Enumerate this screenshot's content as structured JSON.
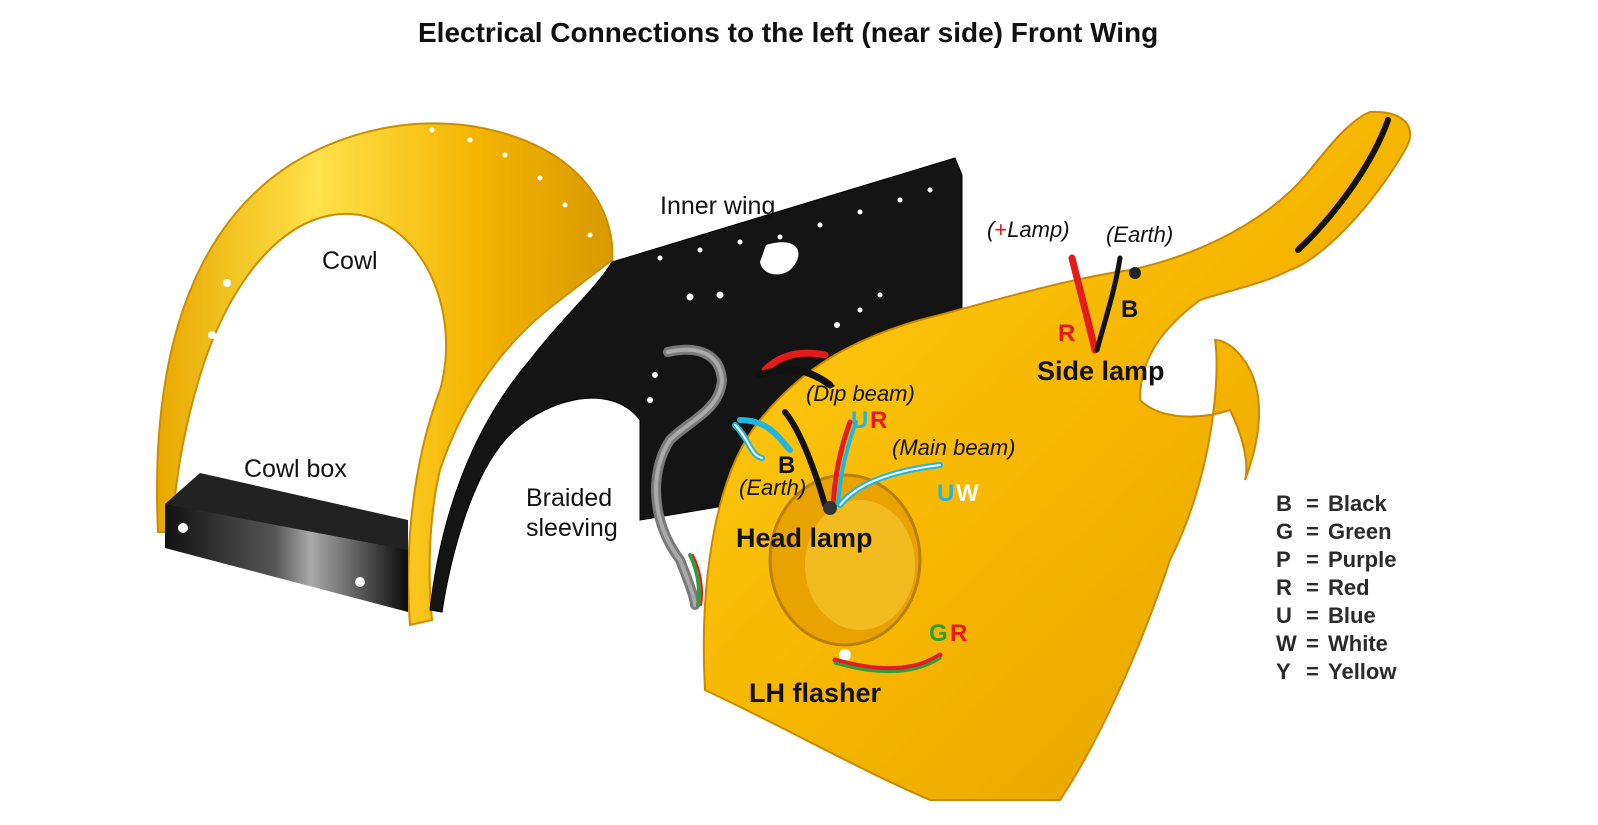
{
  "title": "Electrical Connections to the left (near side) Front Wing",
  "labels": {
    "cowl": "Cowl",
    "cowl_box": "Cowl box",
    "inner_wing": "Inner wing",
    "braided_sleeving": "Braided\nsleeving",
    "head_lamp": "Head lamp",
    "side_lamp": "Side lamp",
    "lh_flasher": "LH flasher",
    "dip_beam": "(Dip beam)",
    "main_beam": "(Main beam)",
    "earth_head": "(Earth)",
    "earth_side": "(Earth)",
    "lamp_plus_sign": "+",
    "lamp_text": "Lamp)",
    "lamp_open": "("
  },
  "wire_codes": {
    "side_r": "R",
    "side_b": "B",
    "head_b": "B",
    "dip_u": "U",
    "dip_r": "R",
    "main_u": "U",
    "main_w": "W",
    "flasher_g": "G",
    "flasher_r": "R"
  },
  "legend": [
    {
      "key": "B",
      "eq": "=",
      "color": "Black"
    },
    {
      "key": "G",
      "eq": "=",
      "color": "Green"
    },
    {
      "key": "P",
      "eq": "=",
      "color": "Purple"
    },
    {
      "key": "R",
      "eq": "=",
      "color": "Red"
    },
    {
      "key": "U",
      "eq": "=",
      "color": "Blue"
    },
    {
      "key": "W",
      "eq": "=",
      "color": "White"
    },
    {
      "key": "Y",
      "eq": "=",
      "color": "Yellow"
    }
  ],
  "colors": {
    "wing_yellow": "#f5b800",
    "cowl_yellow": "#f7c40a",
    "inner_black": "#151515",
    "wire_red": "#e31b1b",
    "wire_blue": "#1fb6e0",
    "wire_green": "#2e9e3a",
    "sleeve_grey": "#7a7a7a"
  }
}
